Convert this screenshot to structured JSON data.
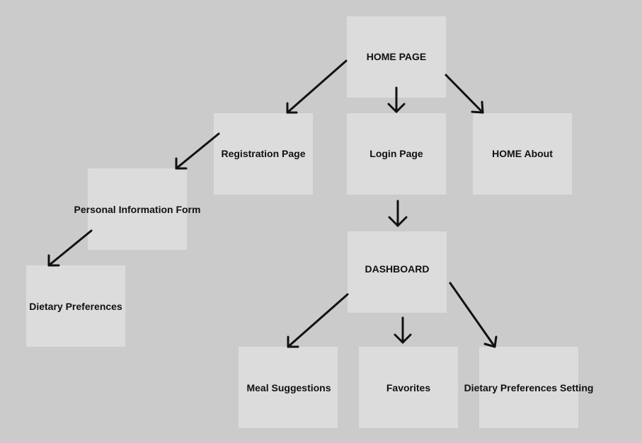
{
  "colors": {
    "background": "#cbcbcb",
    "box": "#dcdcdc",
    "arrow": "#111111",
    "text": "#111111"
  },
  "nodes": {
    "home": "HOME PAGE",
    "registration": "Registration Page",
    "login": "Login Page",
    "about": "HOME About",
    "personal_info": "Personal Information Form",
    "dietary_preferences": "Dietary Preferences",
    "dashboard": "DASHBOARD",
    "meal_suggestions": "Meal Suggestions",
    "favorites": "Favorites",
    "dietary_settings": "Dietary Preferences Setting"
  },
  "edges": [
    {
      "from": "home",
      "to": "registration"
    },
    {
      "from": "home",
      "to": "login"
    },
    {
      "from": "home",
      "to": "about"
    },
    {
      "from": "registration",
      "to": "personal_info"
    },
    {
      "from": "personal_info",
      "to": "dietary_preferences"
    },
    {
      "from": "login",
      "to": "dashboard"
    },
    {
      "from": "dashboard",
      "to": "meal_suggestions"
    },
    {
      "from": "dashboard",
      "to": "favorites"
    },
    {
      "from": "dashboard",
      "to": "dietary_settings"
    }
  ]
}
